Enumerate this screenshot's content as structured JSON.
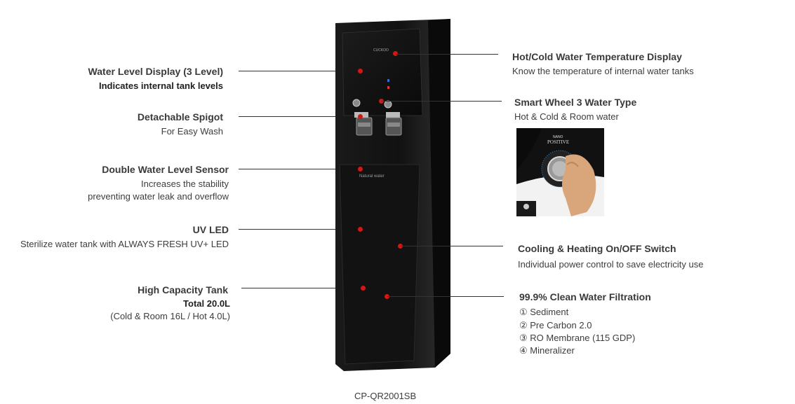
{
  "left_features": [
    {
      "title": "Water Level Display (3 Level)",
      "lines": [
        "Indicates internal tank levels"
      ]
    },
    {
      "title": "Detachable Spigot",
      "lines": [
        "For Easy Wash"
      ]
    },
    {
      "title": "Double Water Level Sensor",
      "lines": [
        "Increases the stability",
        "preventing water leak and overflow"
      ]
    },
    {
      "title": "UV LED",
      "lines": [
        "Sterilize water tank with ALWAYS FRESH UV+ LED"
      ]
    },
    {
      "title": "High Capacity Tank",
      "lines": [
        "Total 20.0L",
        "(Cold & Room 16L / Hot 4.0L)"
      ]
    }
  ],
  "right_features": [
    {
      "title": "Hot/Cold Water Temperature Display",
      "lines": [
        "Know the temperature of internal water tanks"
      ]
    },
    {
      "title": "Smart Wheel 3 Water Type",
      "lines": [
        "Hot & Cold & Room water"
      ]
    },
    {
      "title": "Cooling & Heating On/OFF Switch",
      "lines": [
        "Individual power control to save electricity use"
      ]
    },
    {
      "title": "99.9% Clean Water Filtration",
      "lines": [
        "① Sediment",
        "② Pre Carbon 2.0",
        "③ RO Membrane (115 GDP)",
        "④ Mineralizer"
      ]
    }
  ],
  "device": {
    "brand": "CUCKOO",
    "label": "Natural water"
  },
  "inset": {
    "brand_line1": "NANO",
    "brand_line2": "POSITIVE"
  },
  "model": "CP-QR2001SB",
  "colors": {
    "accent": "#d01818",
    "device": "#141414"
  }
}
